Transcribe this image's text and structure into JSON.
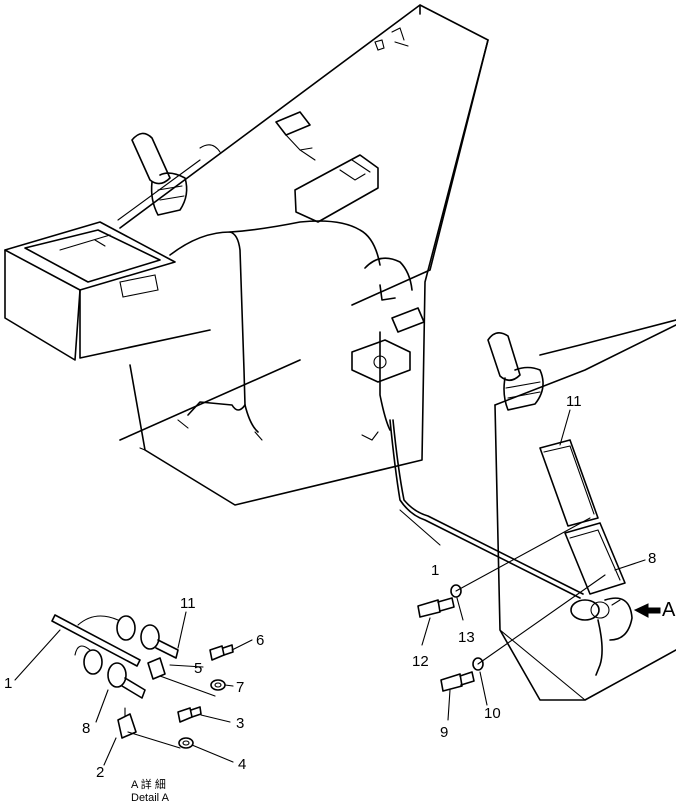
{
  "callouts": {
    "c1_main": "1",
    "c1_detail": "1",
    "c2": "2",
    "c3": "3",
    "c4": "4",
    "c5": "5",
    "c6": "6",
    "c7": "7",
    "c8_main": "8",
    "c8_detail": "8",
    "c9": "9",
    "c10": "10",
    "c11_main": "11",
    "c11_detail": "11",
    "c12": "12",
    "c13": "13",
    "view_a": "A"
  },
  "detail_caption": {
    "jp": "A 詳 細",
    "en": "Detail A"
  }
}
